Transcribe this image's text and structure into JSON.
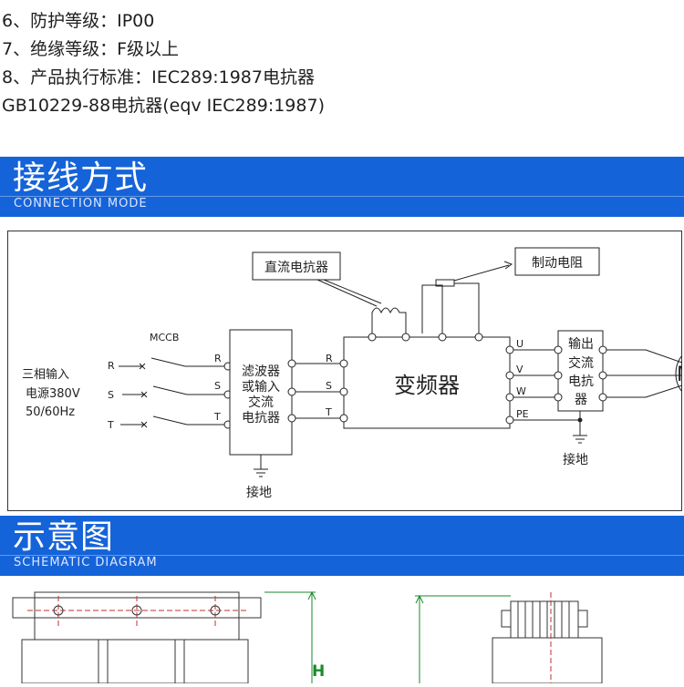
{
  "specs": [
    "6、防护等级：IP00",
    "7、绝缘等级：F级以上",
    "8、产品执行标准：IEC289:1987电抗器",
    "GB10229-88电抗器(eqv IEC289:1987)"
  ],
  "section_connection": {
    "title": "接线方式",
    "subtitle": "CONNECTION MODE"
  },
  "section_schematic": {
    "title": "示意图",
    "subtitle": "SCHEMATIC DIAGRAM"
  },
  "wiring": {
    "input_label_1": "三相输入",
    "input_label_2": "电源380V",
    "input_label_3": "50/60Hz",
    "breaker": "MCCB",
    "phases": [
      "R",
      "S",
      "T"
    ],
    "filter_lines": [
      "滤波器",
      "或输入",
      "交流",
      "电抗器"
    ],
    "dc_reactor": "直流电抗器",
    "brake_resistor": "制动电阻",
    "inverter": "变频器",
    "outputs": [
      "U",
      "V",
      "W",
      "PE"
    ],
    "output_reactor_lines": [
      "输出",
      "交流",
      "电抗",
      "器"
    ],
    "ground": "接地",
    "motor": "M"
  },
  "schematic_dim": "H",
  "colors": {
    "banner": "#1563d9",
    "dim_green": "#1a8a2a",
    "dim_red": "#c03030"
  }
}
